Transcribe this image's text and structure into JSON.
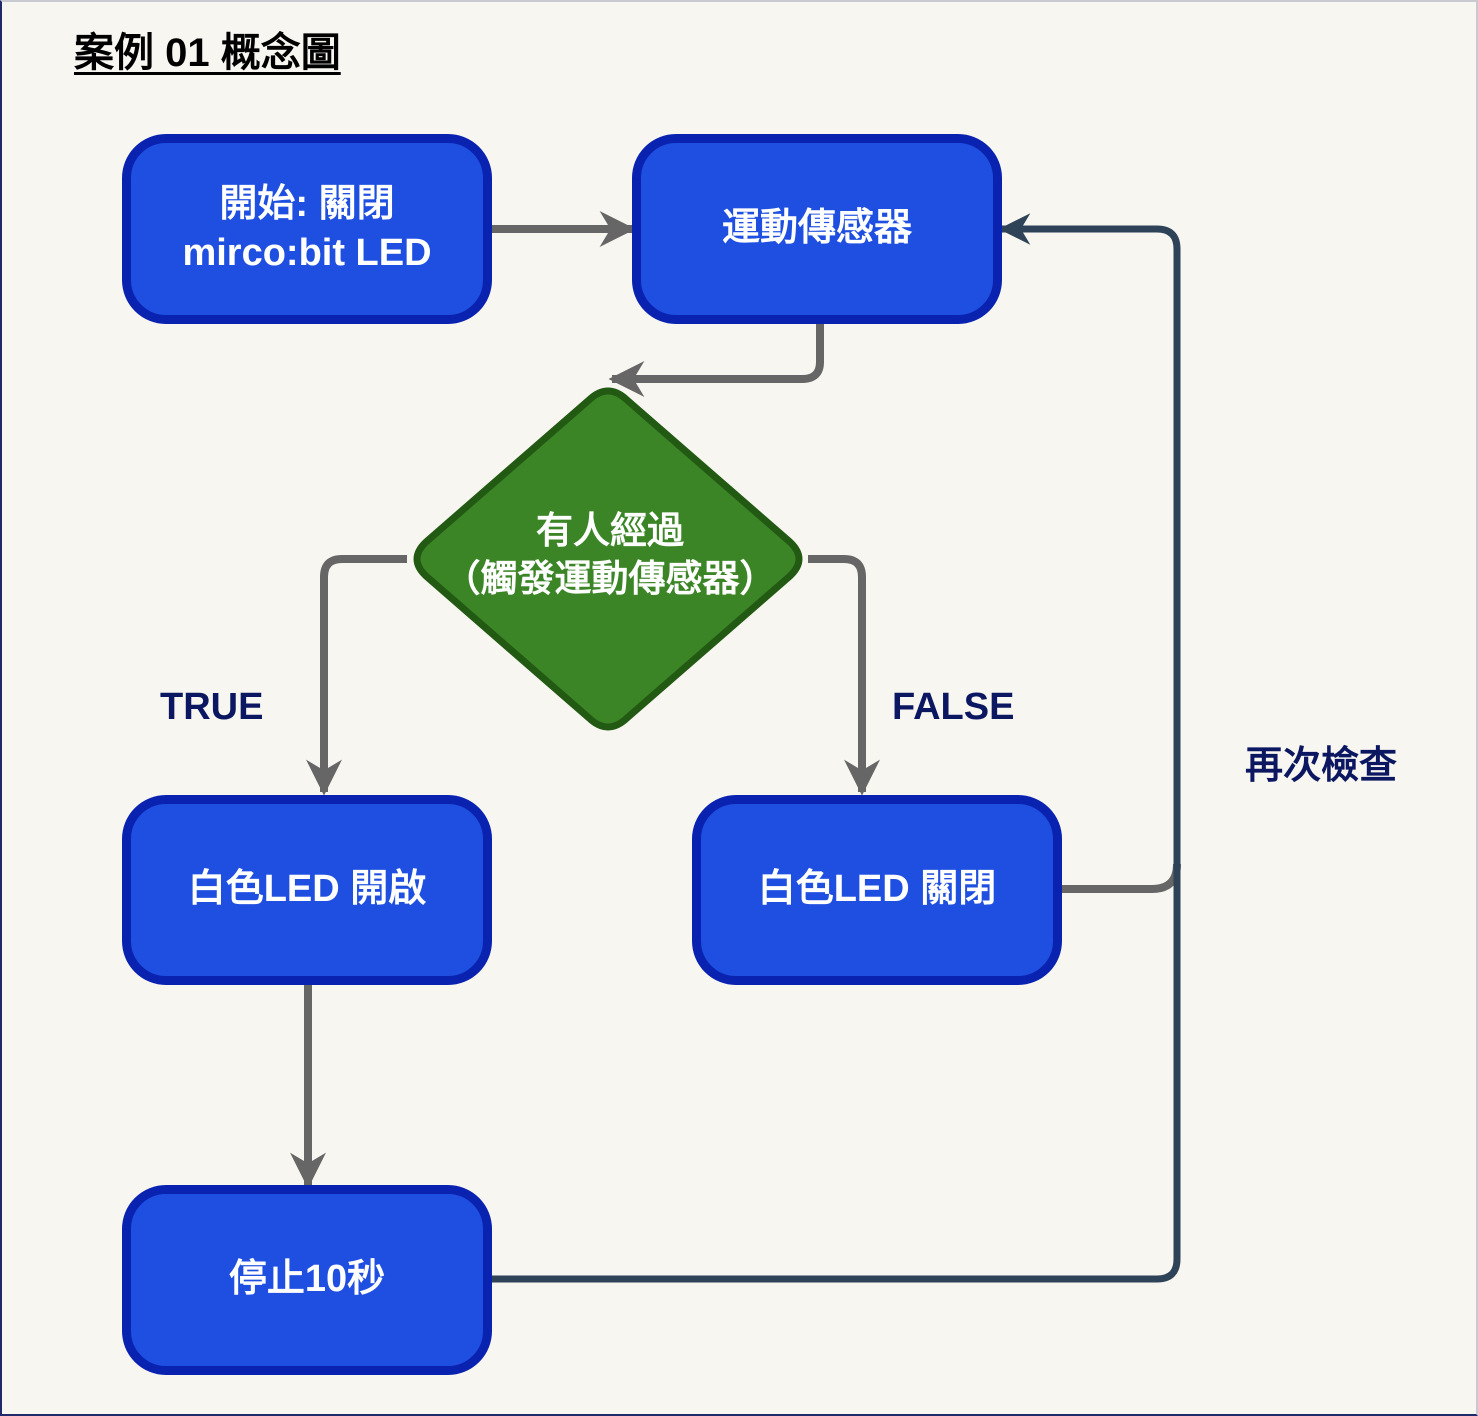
{
  "title": "案例 01 概念圖",
  "nodes": {
    "start": {
      "line1": "開始: 關閉",
      "line2": "mirco:bit LED"
    },
    "sensor": {
      "label": "運動傳感器"
    },
    "decision": {
      "line1": "有人經過",
      "line2": "（觸發運動傳感器）"
    },
    "led_on": {
      "label": "白色LED 開啟"
    },
    "led_off": {
      "label": "白色LED 關閉"
    },
    "wait": {
      "label": "停止10秒"
    }
  },
  "edge_labels": {
    "true": "TRUE",
    "false": "FALSE",
    "recheck": "再次檢查"
  },
  "colors": {
    "process_fill": "#1e4fe0",
    "process_border": "#0a22b0",
    "decision_fill": "#3b8526",
    "decision_border": "#225a14",
    "arrow_gray": "#666666",
    "loop_line": "#2e4258",
    "label_text": "#0c1761"
  }
}
